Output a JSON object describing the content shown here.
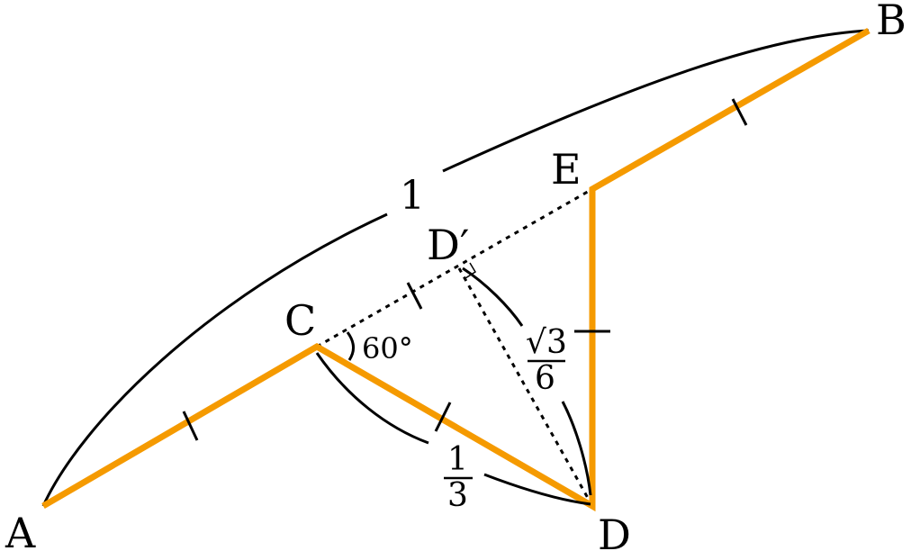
{
  "points": {
    "A": "A",
    "B": "B",
    "C": "C",
    "D": "D",
    "E": "E",
    "D_prime": "D′"
  },
  "labels": {
    "length_AB": "1",
    "length_CD_num": "1",
    "length_CD_den": "3",
    "length_DDp_num": "√3",
    "length_DDp_den": "6",
    "angle_C": "60°"
  },
  "colors": {
    "path": "#f59a00",
    "line": "#000000"
  }
}
